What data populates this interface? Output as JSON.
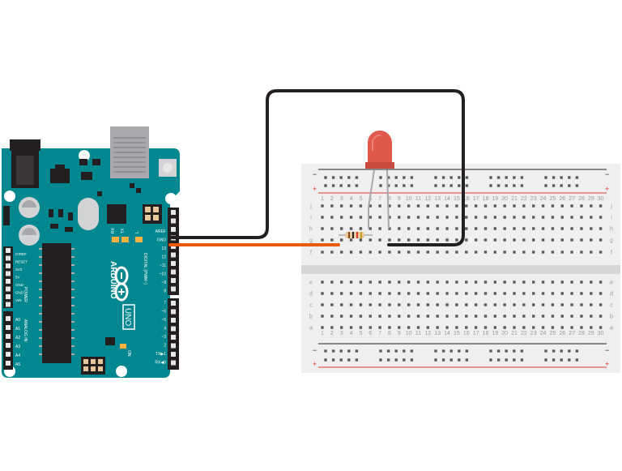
{
  "arduino": {
    "brand": "ARDUINO",
    "model": "UNO",
    "on_label": "ON",
    "digital_label": "DIGITAL (PWM~)",
    "power_label": "POWER",
    "analog_label": "ANALOG IN",
    "led_labels": [
      "TX",
      "RX",
      "L"
    ],
    "top_header_labels": [
      "AREF",
      "GND",
      "13",
      "12",
      "~11",
      "~10",
      "~9",
      "8"
    ],
    "bottom_header_labels": [
      "7",
      "~6",
      "~5",
      "4",
      "~3",
      "2",
      "TX▶1",
      "RX◀0"
    ],
    "power_pins": [
      "IOREF",
      "RESET",
      "3V3",
      "5V",
      "GND",
      "GND",
      "VIN"
    ],
    "analog_pins": [
      "A0",
      "A1",
      "A2",
      "A3",
      "A4",
      "A5"
    ]
  },
  "breadboard": {
    "column_numbers": [
      "1",
      "2",
      "3",
      "4",
      "5",
      "6",
      "7",
      "8",
      "9",
      "10",
      "11",
      "12",
      "13",
      "14",
      "15",
      "16",
      "17",
      "18",
      "19",
      "20",
      "21",
      "22",
      "23",
      "24",
      "25",
      "26",
      "27",
      "28",
      "29",
      "30"
    ],
    "top_row_letters": [
      "j",
      "i",
      "h",
      "g",
      "f"
    ],
    "bottom_row_letters": [
      "e",
      "d",
      "c",
      "b",
      "a"
    ],
    "rail_minus": "−",
    "rail_plus": "+"
  },
  "components": {
    "led_color": "#e0584b",
    "resistor_body_color": "#e8c79c"
  },
  "wires": {
    "ground_wire_color": "#231f20",
    "signal_wire_color": "#e8590c"
  },
  "colors": {
    "board": "#00878f",
    "board_dark": "#00666d",
    "rail_red": "#e23a2e",
    "breadboard_bg": "#efefef"
  }
}
